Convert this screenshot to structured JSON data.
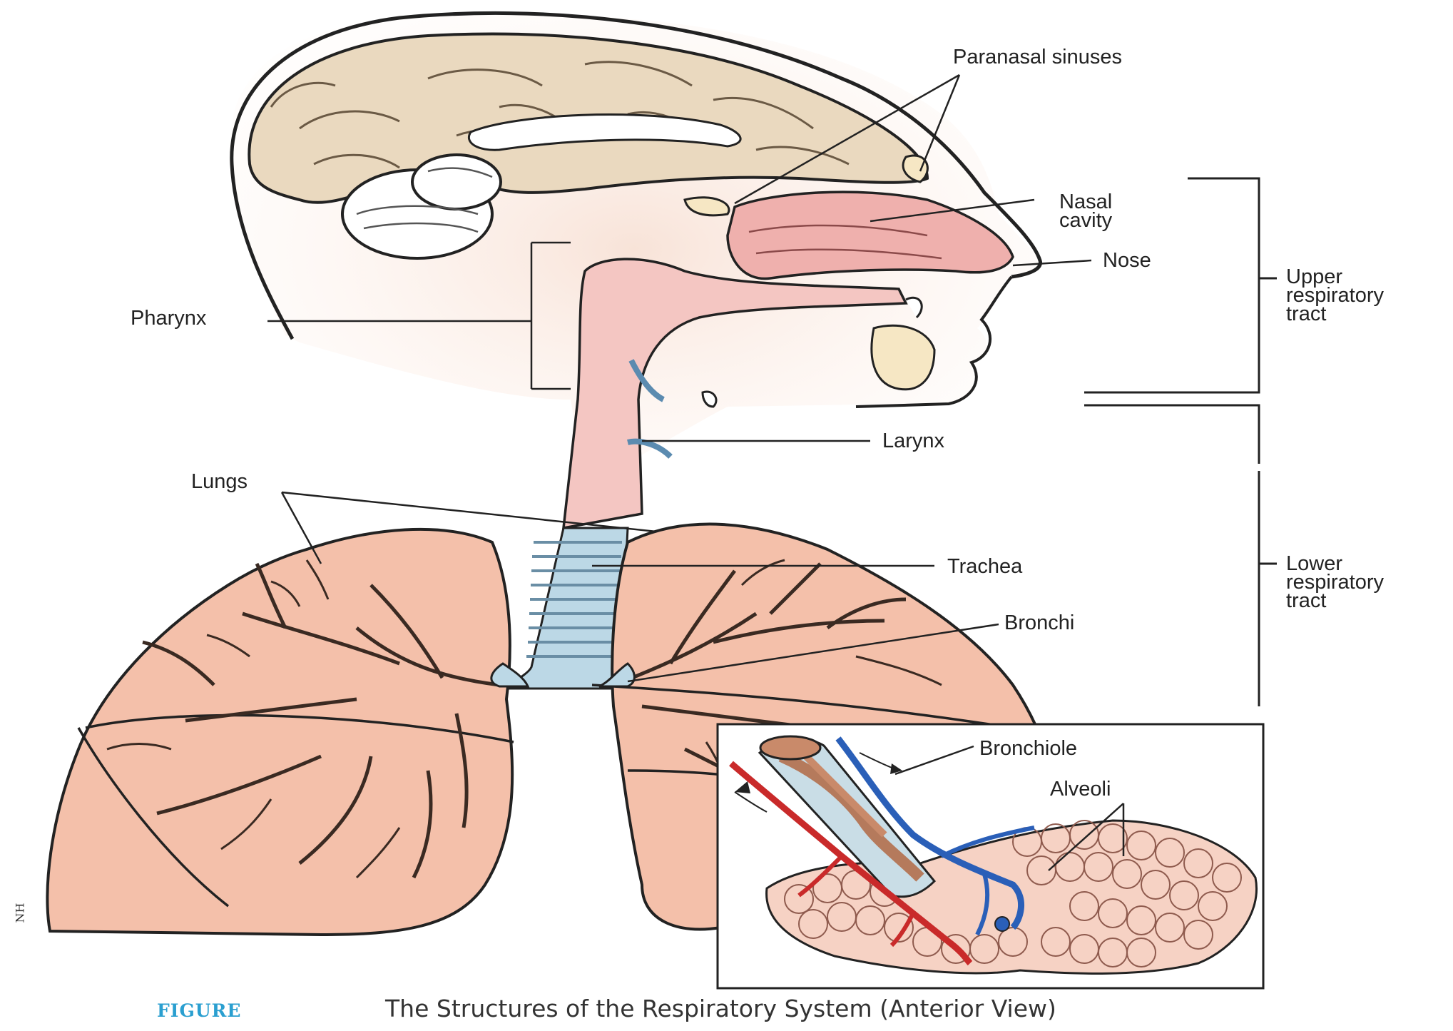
{
  "labels": {
    "paranasal_sinuses": "Paranasal sinuses",
    "nasal_cavity": "Nasal\ncavity",
    "nose": "Nose",
    "upper_tract": "Upper\nrespiratory\ntract",
    "pharynx": "Pharynx",
    "larynx": "Larynx",
    "lungs": "Lungs",
    "trachea": "Trachea",
    "bronchi": "Bronchi",
    "lower_tract": "Lower\nrespiratory\ntract",
    "bronchiole": "Bronchiole",
    "alveoli": "Alveoli"
  },
  "caption": {
    "figure": "FIGURE",
    "text": "The Structures of the Respiratory System (Anterior View)"
  },
  "artist_mark": "NH",
  "colors": {
    "brain": "#ead9bf",
    "tissue": "#f6d8d2",
    "airway": "#efb0ad",
    "lung": "#f4c0aa",
    "trachea": "#bcd8e6",
    "artery": "#c92a2a",
    "vein": "#2a5fb8",
    "muscle": "#c98a6a",
    "caption_blue": "#2a9fd0"
  }
}
